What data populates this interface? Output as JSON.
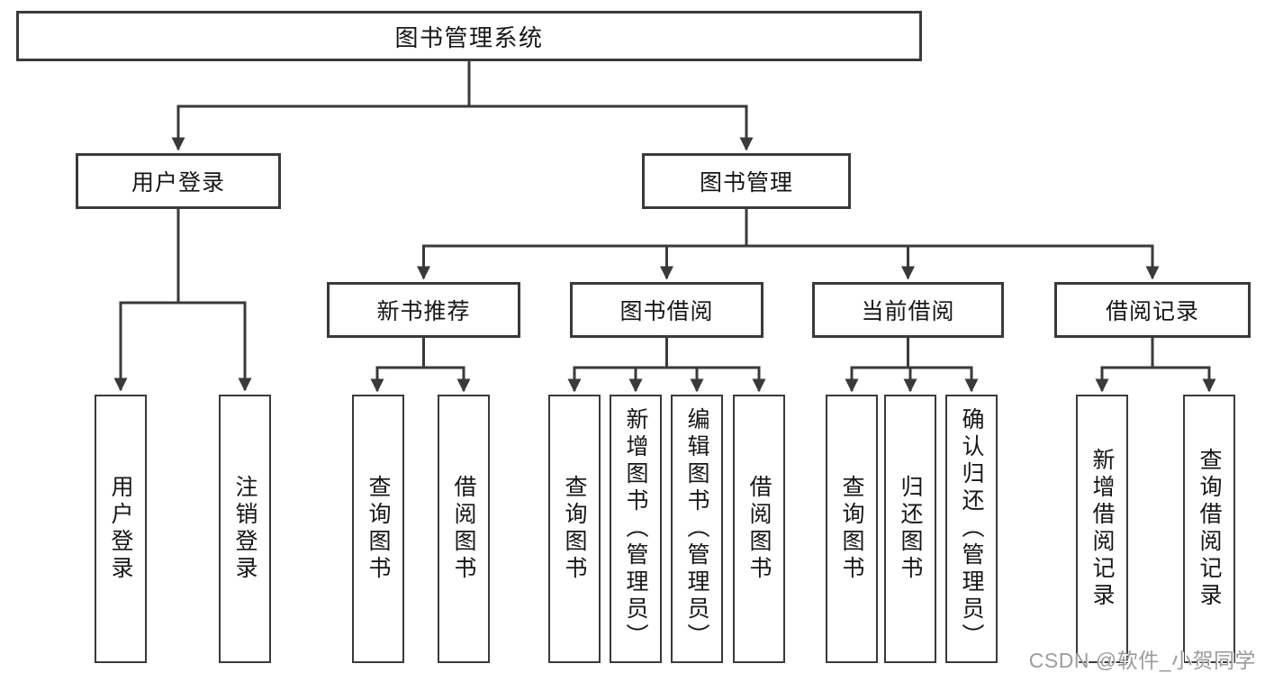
{
  "colors": {
    "line": "#3a3a3a",
    "box_border": "#3a3a3a",
    "text": "#161616",
    "watermark": "#9c9c9c",
    "background": "#ffffff"
  },
  "diagram": {
    "root": {
      "label": "图书管理系统"
    },
    "level2": [
      {
        "label": "用户登录"
      },
      {
        "label": "图书管理"
      }
    ],
    "level3": [
      {
        "label": "新书推荐"
      },
      {
        "label": "图书借阅"
      },
      {
        "label": "当前借阅"
      },
      {
        "label": "借阅记录"
      }
    ],
    "leaves": {
      "user_login": [
        {
          "label": "用户登录"
        },
        {
          "label": "注销登录"
        }
      ],
      "new_book_recommend": [
        {
          "label": "查询图书"
        },
        {
          "label": "借阅图书"
        }
      ],
      "book_borrow": [
        {
          "label": "查询图书"
        },
        {
          "label": "新增图书（管理员）"
        },
        {
          "label": "编辑图书（管理员）"
        },
        {
          "label": "借阅图书"
        }
      ],
      "current_borrow": [
        {
          "label": "查询图书"
        },
        {
          "label": "归还图书"
        },
        {
          "label": "确认归还（管理员）"
        }
      ],
      "borrow_record": [
        {
          "label": "新增借阅记录"
        },
        {
          "label": "查询借阅记录"
        }
      ]
    }
  },
  "watermark": {
    "text": "CSDN @软件_小贺同学"
  }
}
